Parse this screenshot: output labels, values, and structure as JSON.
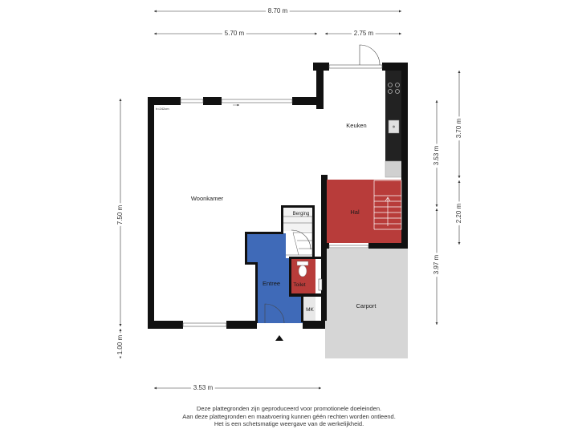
{
  "colors": {
    "wall": "#111111",
    "hal": "#b83c3a",
    "entree": "#3f6ab8",
    "toilet": "#b83c3a",
    "carport": "#d6d6d6",
    "kitchen_counter": "#222222"
  },
  "dimensions": {
    "top_total": "8.70 m",
    "top_left": "5.70 m",
    "top_right": "2.75 m",
    "left_main": "7.50 m",
    "left_bottom": "1.00 m",
    "bottom_left": "3.53 m",
    "right_inner_top": "3.53 m",
    "right_inner_bottom": "3.97 m",
    "right_outer_top": "3.70 m",
    "right_outer_bottom": "2.20 m"
  },
  "rooms": {
    "woonkamer": "Woonkamer",
    "keuken": "Keuken",
    "hal": "Hal",
    "berging": "Berging",
    "entree": "Entree",
    "toilet": "Toilet",
    "mk": "MK",
    "carport": "Carport"
  },
  "height_note": "h=242cm",
  "disclaimer": [
    "Deze plattegronden zijn geproduceerd voor promotionele doeleinden.",
    "Aan deze plattegronden en maatvoering kunnen géén rechten worden ontleend.",
    "Het is een schetsmatige weergave van de werkelijkheid."
  ],
  "icons": {
    "entrance": "entrance-arrow-icon",
    "stairs": "stairs-icon",
    "sink": "sink-icon",
    "stove": "stove-icon",
    "toilet": "toilet-icon"
  }
}
